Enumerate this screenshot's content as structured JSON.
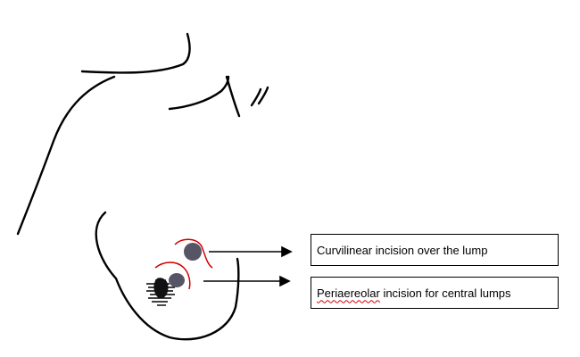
{
  "diagram": {
    "labels": [
      {
        "id": "curvilinear",
        "text": "Curvilinear incision over the lump"
      },
      {
        "id": "periareolar",
        "text_underlined": "Periaereolar",
        "text_rest": " incision for central lumps"
      }
    ],
    "colors": {
      "outline": "#000000",
      "incision": "#d00000",
      "lump": "#555566"
    }
  }
}
